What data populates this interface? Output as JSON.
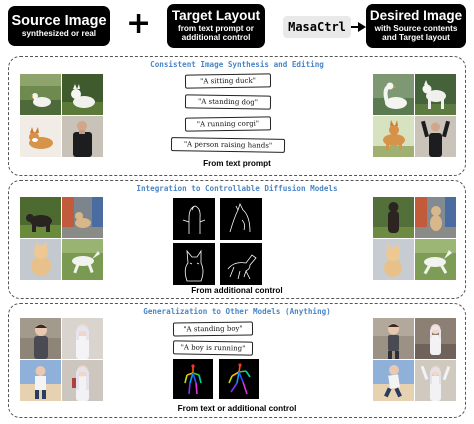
{
  "header": {
    "source": {
      "title": "Source Image",
      "subtitle": "synthesized or real"
    },
    "plus": "+",
    "target": {
      "title": "Target Layout",
      "subtitle_lines": [
        "from text prompt or",
        "additional control"
      ]
    },
    "method": "MasaCtrl",
    "desired": {
      "title": "Desired Image",
      "subtitle_lines": [
        "with Source contents",
        "and Target layout"
      ]
    }
  },
  "panels": [
    {
      "title": "Consistent Image Synthesis and Editing",
      "prompts": [
        "\"A sitting duck\"",
        "\"A standing dog\"",
        "\"A running corgi\"",
        "\"A person raising hands\""
      ],
      "caption": "From text prompt",
      "source_images": [
        "duck",
        "dog",
        "corgi",
        "person"
      ],
      "result_images": [
        "sitting duck",
        "standing dog",
        "running corgi",
        "person raising hands"
      ]
    },
    {
      "title": "Integration to Controllable Diffusion Models",
      "caption": "From additional control",
      "source_images": [
        "bear",
        "dog",
        "cat",
        "horse"
      ],
      "control_images": [
        "bear edge map",
        "dog edge map",
        "cat edge map",
        "horse edge map"
      ],
      "result_images": [
        "standing bear",
        "sitting dog",
        "sitting cat",
        "running horse"
      ]
    },
    {
      "title": "Generalization to Other Models (Anything)",
      "prompts": [
        "\"A standing boy\"",
        "\"A boy is running\""
      ],
      "caption": "From text or additional control",
      "source_images": [
        "boy",
        "girl",
        "boy",
        "girl"
      ],
      "control_images": [
        "pose skeleton",
        "pose skeleton"
      ],
      "result_images": [
        "standing boy",
        "girl",
        "running boy",
        "girl"
      ]
    }
  ],
  "colors": {
    "header_bg": "#000000",
    "panel_title": "#4a86c5",
    "panel_border": "#555555",
    "method_bg": "#e9e9e9"
  }
}
